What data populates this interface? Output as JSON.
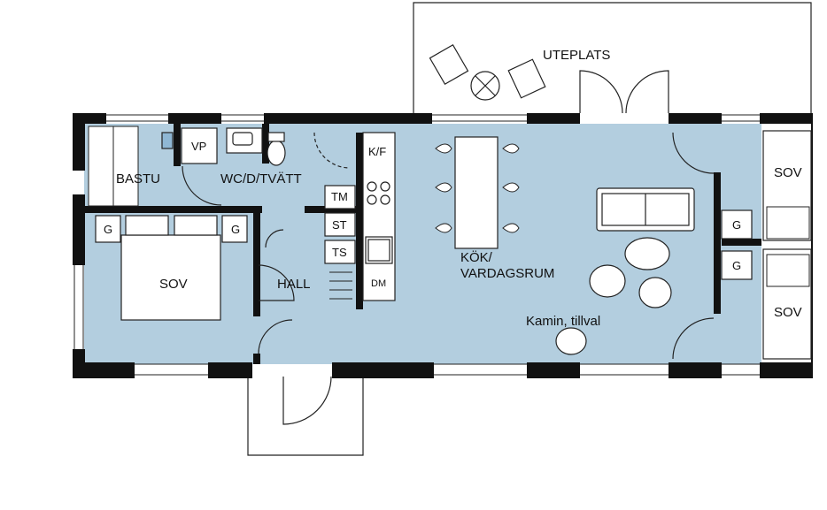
{
  "rooms": {
    "uteplats": "UTEPLATS",
    "bastu": "BASTU",
    "wc": "WC/D/TVÄTT",
    "sov_main": "SOV",
    "hall": "HALL",
    "kok_line1": "KÖK/",
    "kok_line2": "VARDAGSRUM",
    "kamin": "Kamin, tillval",
    "sov_right_top": "SOV",
    "sov_right_bottom": "SOV"
  },
  "fixtures": {
    "vp": "VP",
    "kf": "K/F",
    "tm": "TM",
    "st": "ST",
    "ts": "TS",
    "dm": "DM",
    "g_left": "G",
    "g_right": "G",
    "g_mid_top": "G",
    "g_mid_bottom": "G"
  },
  "colors": {
    "floor": "#b3cedf",
    "wall": "#111111",
    "line": "#222222",
    "background": "#ffffff"
  }
}
